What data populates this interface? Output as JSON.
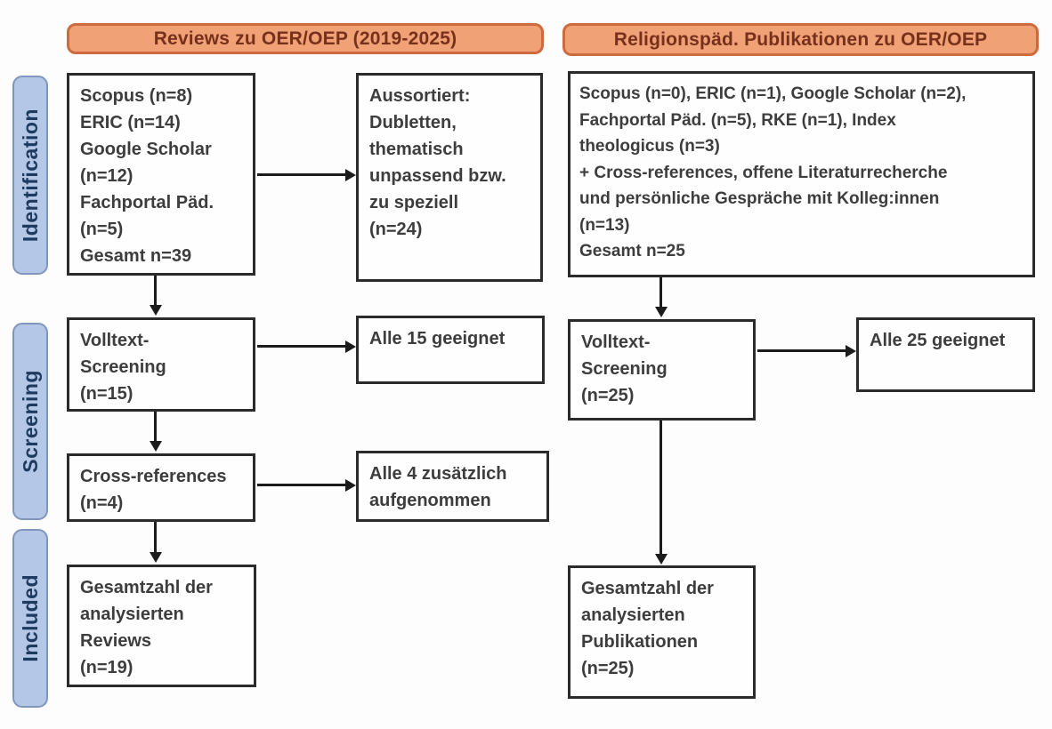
{
  "headers": {
    "left": "Reviews zu OER/OEP (2019-2025)",
    "right": "Religionspäd. Publikationen zu OER/OEP"
  },
  "stages": {
    "identification": "Identification",
    "screening": "Screening",
    "included": "Included"
  },
  "boxes": {
    "left_sources": "Scopus (n=8)\nERIC (n=14)\nGoogle Scholar\n(n=12)\nFachportal Päd.\n(n=5)\nGesamt n=39",
    "left_excluded": "Aussortiert:\nDubletten,\nthematisch\nunpassend bzw.\nzu speziell\n(n=24)",
    "left_fulltext_screening": "Volltext-\nScreening\n(n=15)",
    "left_fulltext_result": "Alle 15 geeignet",
    "left_crossreferences": "Cross-references\n(n=4)",
    "left_crossreferences_result": "Alle 4 zusätzlich\naufgenommen",
    "left_included_total": "Gesamtzahl der\nanalysierten\nReviews\n(n=19)",
    "right_sources": "Scopus (n=0), ERIC (n=1), Google Scholar (n=2),\nFachportal Päd. (n=5), RKE (n=1), Index\ntheologicus (n=3)\n+ Cross-references, offene Literaturrecherche\nund persönliche Gespräche mit Kolleg:innen\n(n=13)\nGesamt n=25",
    "right_fulltext_screening": "Volltext-\nScreening\n(n=25)",
    "right_fulltext_result": "Alle 25 geeignet",
    "right_included_total": "Gesamtzahl der\nanalysierten\nPublikationen\n(n=25)"
  },
  "colors": {
    "background": "#FDFDFD",
    "header_fill": "#F0A175",
    "header_border": "#CE6B3E",
    "header_text": "#77301C",
    "stage_fill": "#B4C7E7",
    "stage_border": "#8096BC",
    "stage_text": "#1F3A5F",
    "box_fill": "#FEFEFE",
    "box_border": "#2B2B2B",
    "box_text": "#3D3D3D",
    "arrow": "#1C1C1C"
  }
}
